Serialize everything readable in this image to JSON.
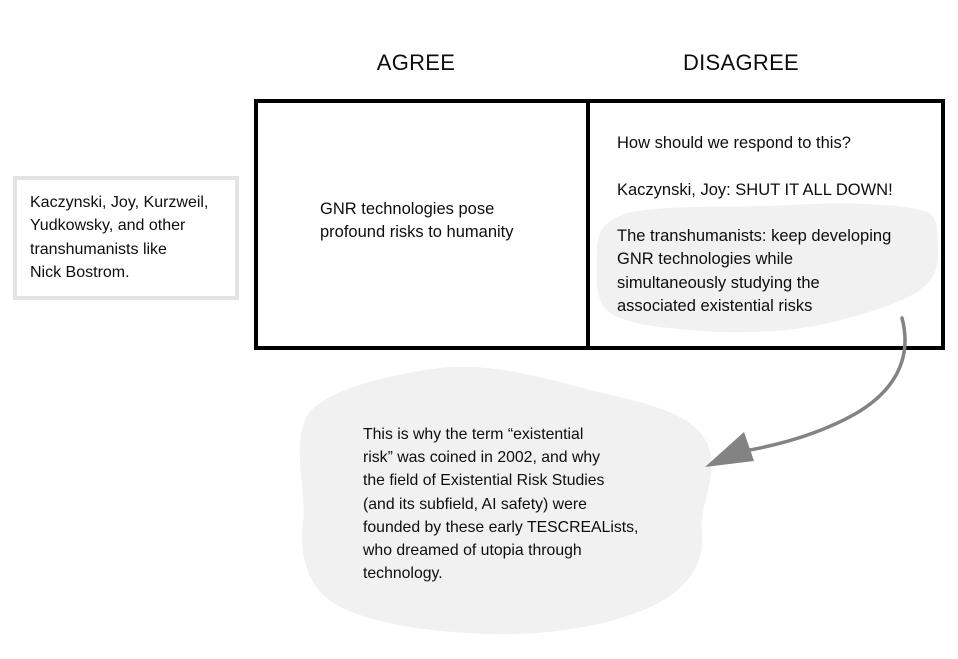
{
  "columns": {
    "agree_label": "AGREE",
    "disagree_label": "DISAGREE"
  },
  "side_note": "Kaczynski, Joy, Kurzweil,\nYudkowsky, and other\ntranshumanists like\nNick Bostrom.",
  "agree_cell": "GNR technologies pose\nprofound risks to humanity",
  "disagree_cell": {
    "question": "How should we respond to this?",
    "kaczynski_response": "Kaczynski, Joy: SHUT IT ALL DOWN!",
    "transhumanist_response": "The transhumanists: keep developing\nGNR technologies while\nsimultaneously studying the\nassociated existential risks"
  },
  "callout": "This is why the term “existential\nrisk” was coined in 2002, and why\nthe field of Existential Risk Studies\n(and its subfield, AI safety) were\nfounded by these early TESCREALists,\nwho dreamed of utopia through\ntechnology.",
  "colors": {
    "background": "#ffffff",
    "text": "#0d0d0d",
    "table_border": "#000000",
    "note_border": "#e3e3e3",
    "highlight_blob": "#f1f1f2",
    "arrow": "#838383"
  }
}
